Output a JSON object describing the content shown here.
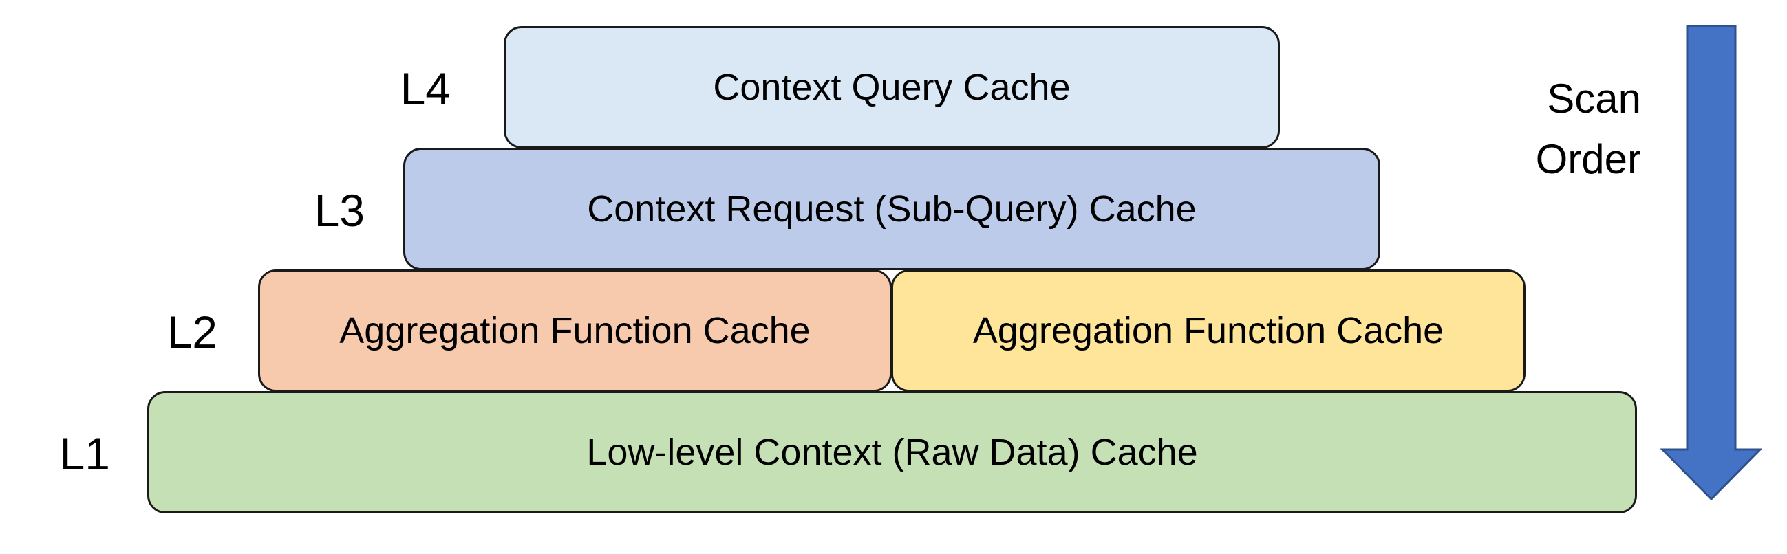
{
  "levels": [
    {
      "label": "L4",
      "boxes": [
        "Context Query Cache"
      ],
      "colors": [
        "#dae7f5"
      ]
    },
    {
      "label": "L3",
      "boxes": [
        "Context Request (Sub-Query) Cache"
      ],
      "colors": [
        "#bccbea"
      ]
    },
    {
      "label": "L2",
      "boxes": [
        "Aggregation Function Cache",
        "Aggregation Function Cache"
      ],
      "colors": [
        "#f7caad",
        "#fee599"
      ]
    },
    {
      "label": "L1",
      "boxes": [
        "Low-level Context (Raw Data) Cache"
      ],
      "colors": [
        "#c5e0b4"
      ]
    }
  ],
  "scan_order": {
    "line1": "Scan",
    "line2": "Order",
    "arrow_color": "#4472c4",
    "arrow_direction": "down"
  }
}
